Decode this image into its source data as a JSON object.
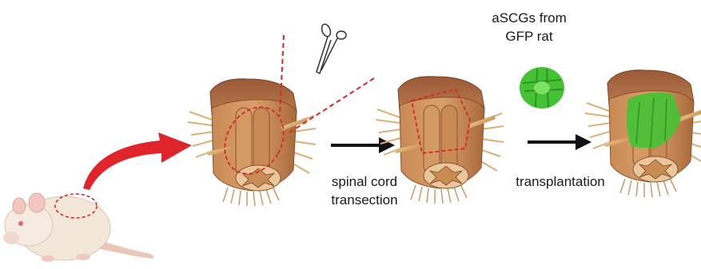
{
  "labels": {
    "donor_line1": "aSCGs from",
    "donor_line2": "GFP rat",
    "step1_line1": "spinal cord",
    "step1_line2": "transection",
    "step2": "transplantation"
  },
  "colors": {
    "curved_arrow": "#e0242c",
    "cut_lines": "#d8262a",
    "process_arrow": "#111111",
    "gfp_graft": "#45c234",
    "spinal_tissue": "#b9743f",
    "rat_fur": "#f3e7da"
  },
  "icons": {
    "rat": "rat-illustration",
    "scissors": "scissors-icon",
    "spinal_cord": "spinal-cord-segment",
    "graft": "gfp-graft"
  }
}
